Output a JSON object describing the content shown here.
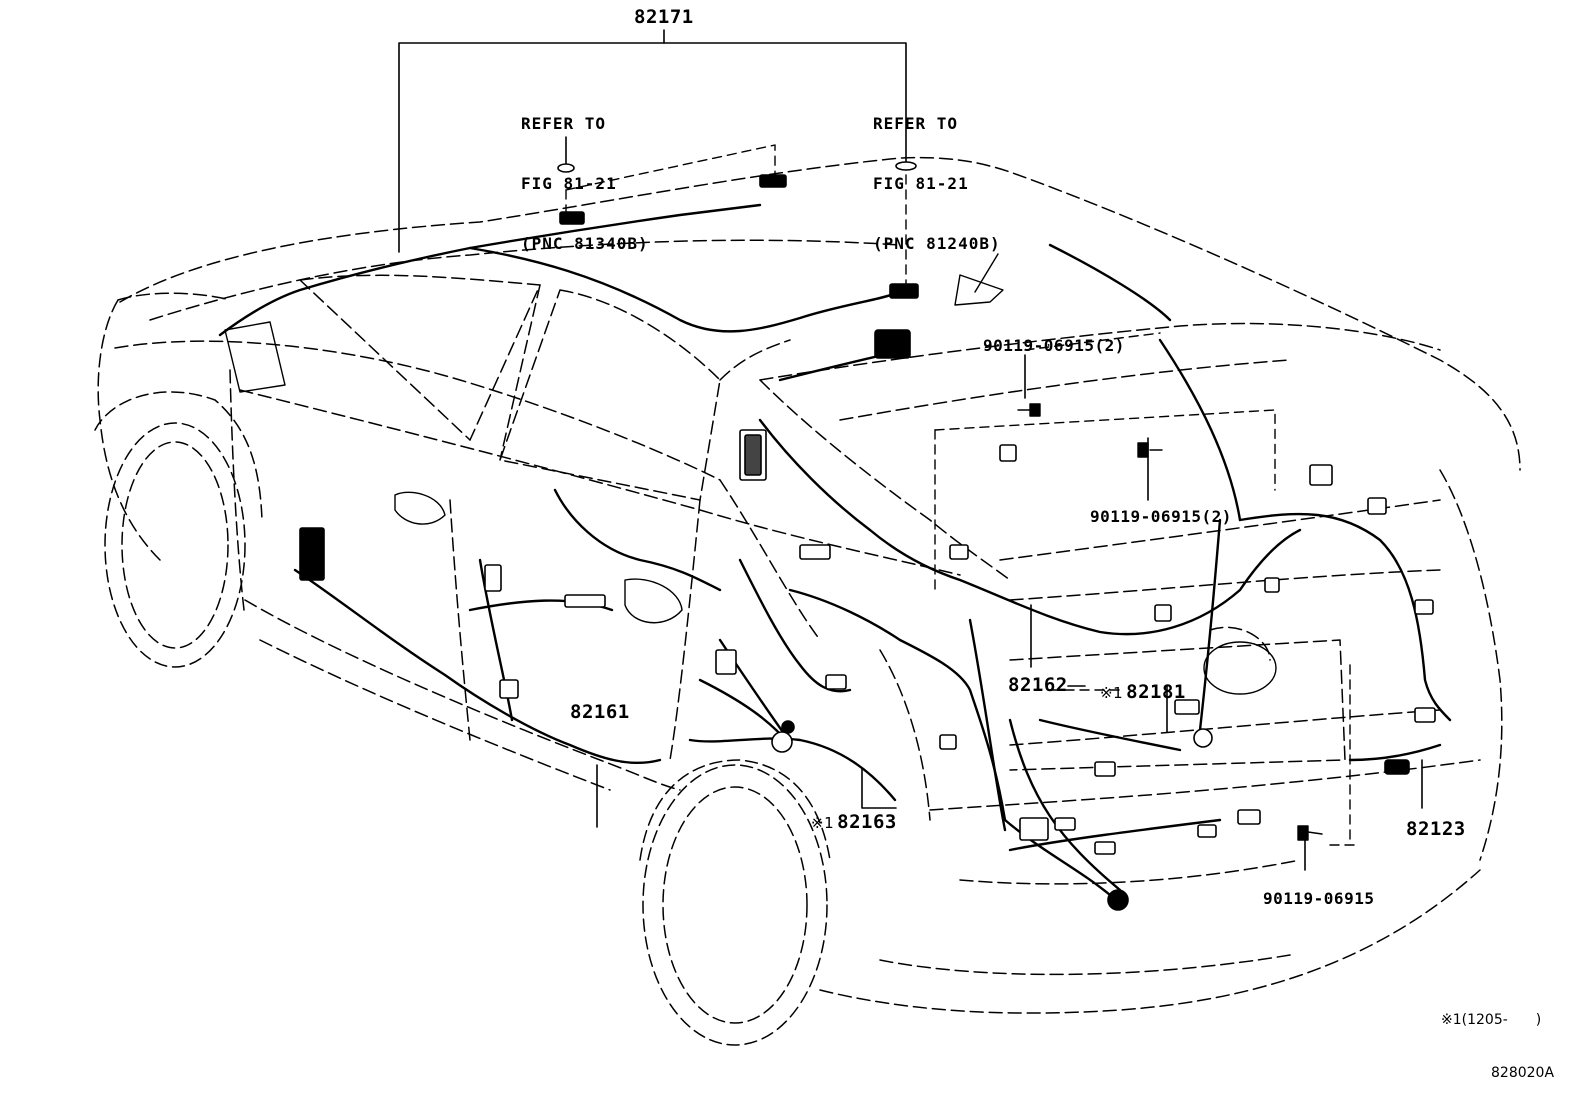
{
  "parts": {
    "p82171": "82171",
    "p82161": "82161",
    "p82162": "82162",
    "p82181": "82181",
    "p82163": "82163",
    "p82123": "82123"
  },
  "refer_left": {
    "line1": "REFER TO",
    "line2": "FIG 81-21",
    "line3": "(PNC 81340B)"
  },
  "refer_right": {
    "line1": "REFER TO",
    "line2": "FIG 81-21",
    "line3": "(PNC 81240B)"
  },
  "fasteners": {
    "top": "90119-06915(2)",
    "mid": "90119-06915(2)",
    "bottom": "90119-06915"
  },
  "footnote_mark": "※1",
  "footnote_text": "(1205-　　)",
  "figure_code": "828020A"
}
